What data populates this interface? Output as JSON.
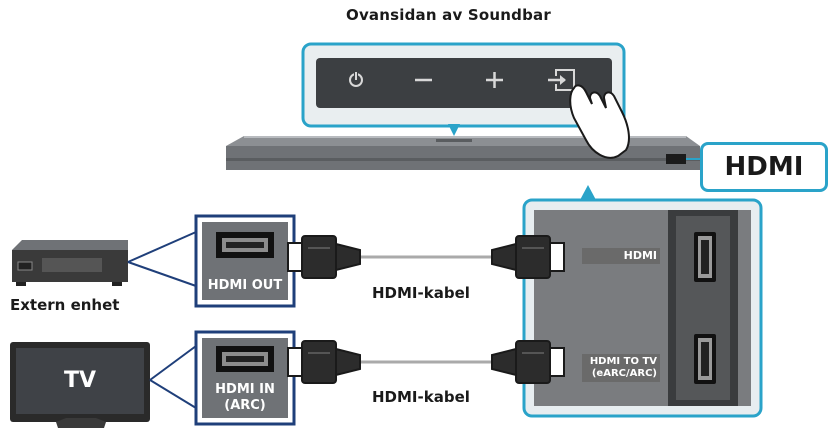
{
  "title": "Ovansidan av Soundbar",
  "soundbar_port_label": "HDMI",
  "external_device": {
    "name": "Extern enhet",
    "port_label": "HDMI OUT"
  },
  "tv": {
    "screen_text": "TV",
    "port_label_line1": "HDMI IN",
    "port_label_line2": "(ARC)"
  },
  "cables": {
    "top_label": "HDMI-kabel",
    "bottom_label": "HDMI-kabel"
  },
  "soundbar_panel": {
    "port1_label": "HDMI",
    "port2_label_line1": "HDMI TO TV",
    "port2_label_line2": "(eARC/ARC)"
  },
  "buttons": [
    "power-icon",
    "volume-down-icon",
    "volume-up-icon",
    "source-icon"
  ],
  "colors": {
    "callout_border": "#2aa3c9",
    "navy_border": "#1f3f7a",
    "device_dark": "#3a3a3a"
  }
}
